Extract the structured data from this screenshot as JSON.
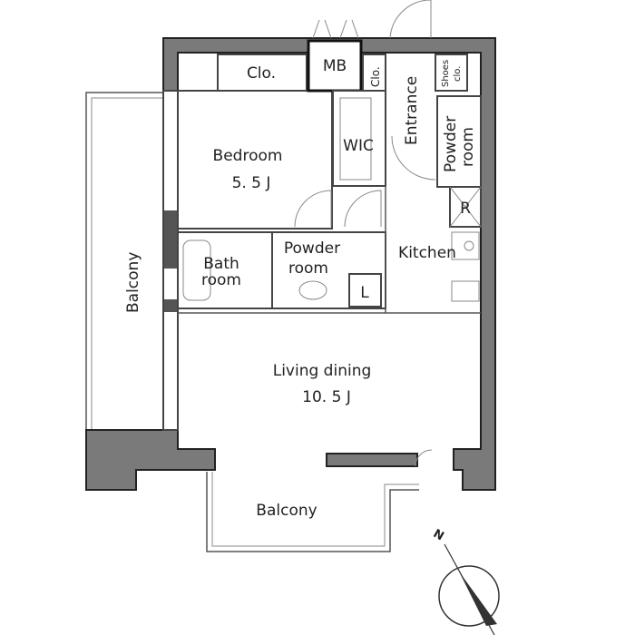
{
  "plan": {
    "rooms": {
      "closet_top": "Clo.",
      "meter_box": "MB",
      "closet_small": "Clo.",
      "entrance": "Entrance",
      "shoes_closet_1": "Shoes",
      "shoes_closet_2": "clo.",
      "wic": "WIC",
      "bedroom": "Bedroom",
      "bedroom_size": "5. 5 J",
      "powder_room_right_1": "Powder",
      "powder_room_right_2": "room",
      "refrigerator": "R",
      "kitchen": "Kitchen",
      "bath_room_1": "Bath",
      "bath_room_2": "room",
      "powder_room_1": "Powder",
      "powder_room_2": "room",
      "laundry": "L",
      "living_dining": "Living dining",
      "living_dining_size": "10. 5 J",
      "balcony_west": "Balcony",
      "balcony_south": "Balcony"
    },
    "compass": {
      "label": "N"
    }
  }
}
